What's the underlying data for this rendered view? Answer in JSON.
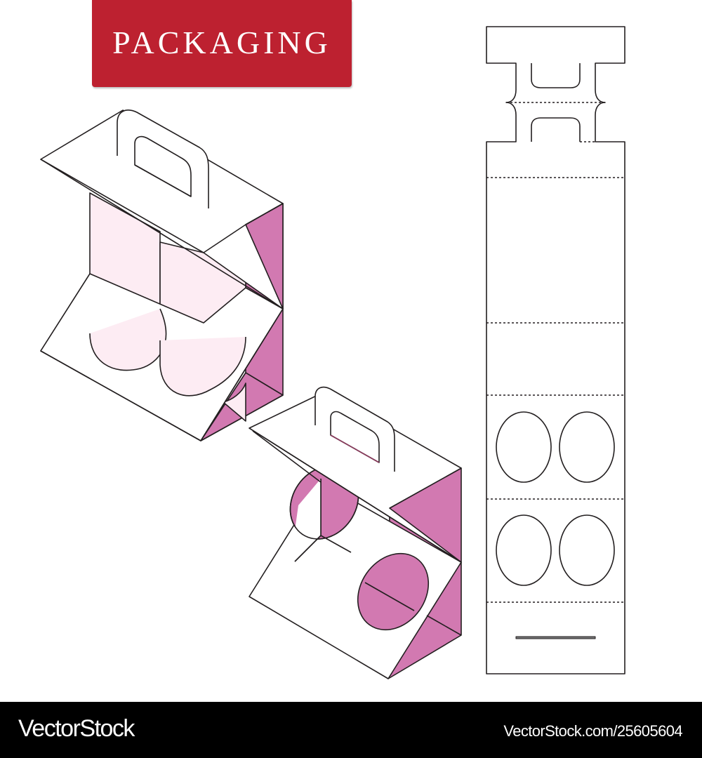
{
  "banner": {
    "title": "PACKAGING",
    "background_color": "#bd2130",
    "text_color": "#ffffff"
  },
  "illustration": {
    "subject": "Two-bottle carrier box with handle",
    "views": [
      {
        "id": "box-open-with-bottles",
        "description": "Isometric carrier box with front flap folded down, showing two pale pink bottles inside"
      },
      {
        "id": "box-front-flap-holes",
        "description": "Isometric carrier box with front flap showing two oval cutout holes"
      },
      {
        "id": "dieline",
        "description": "Flat die-cut template with handle, fold lines and four oval holes"
      }
    ],
    "colors": {
      "stroke": "#231f20",
      "box_side_magenta": "#d279b1",
      "bottle_light_pink": "#fdecf3",
      "paper": "#ffffff"
    },
    "dieline": {
      "fold_lines": 6,
      "oval_holes": 4,
      "slot": 1,
      "handle_windows": 2
    }
  },
  "footer": {
    "brand": "VectorStock",
    "url": "VectorStock.com/25605604",
    "background_color": "#000000"
  }
}
